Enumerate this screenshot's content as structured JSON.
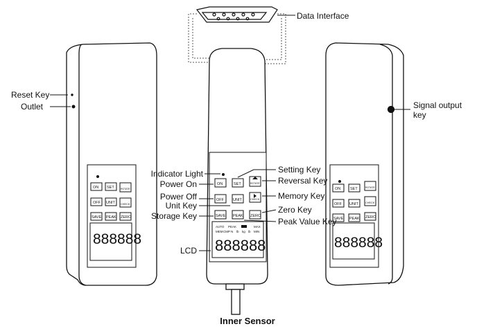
{
  "labels": {
    "data_interface": "Data Interface",
    "reset_key": "Reset Key",
    "outlet": "Outlet",
    "signal_output_line1": "Signal output",
    "signal_output_line2": "key",
    "indicator_light": "Indicator Light",
    "power_on": "Power On",
    "power_off": "Power Off",
    "unit_key": "Unit Key",
    "storage_key": "Storage Key",
    "lcd": "LCD",
    "setting_key": "Setting Key",
    "reversal_key": "Reversal Key",
    "memory_key": "Memory Key",
    "zero_key": "Zero Key",
    "peak_value_key": "Peak Value Key"
  },
  "caption": "Inner Sensor",
  "keypad": {
    "on": "ON",
    "set": "SET",
    "rotate": "ROTATE",
    "off": "OFF",
    "unit": "UNIT",
    "check": "CHECK",
    "save": "SAVE",
    "peak": "PEAK",
    "zero": "ZERO"
  },
  "lcd": {
    "top_row": [
      "AUTO",
      "PEAK",
      "MAX"
    ],
    "battery": "",
    "bottom_row": [
      "MEM",
      "CMP",
      "N",
      "lb",
      "kg",
      "lb",
      "MIN"
    ],
    "digits": "888888"
  }
}
